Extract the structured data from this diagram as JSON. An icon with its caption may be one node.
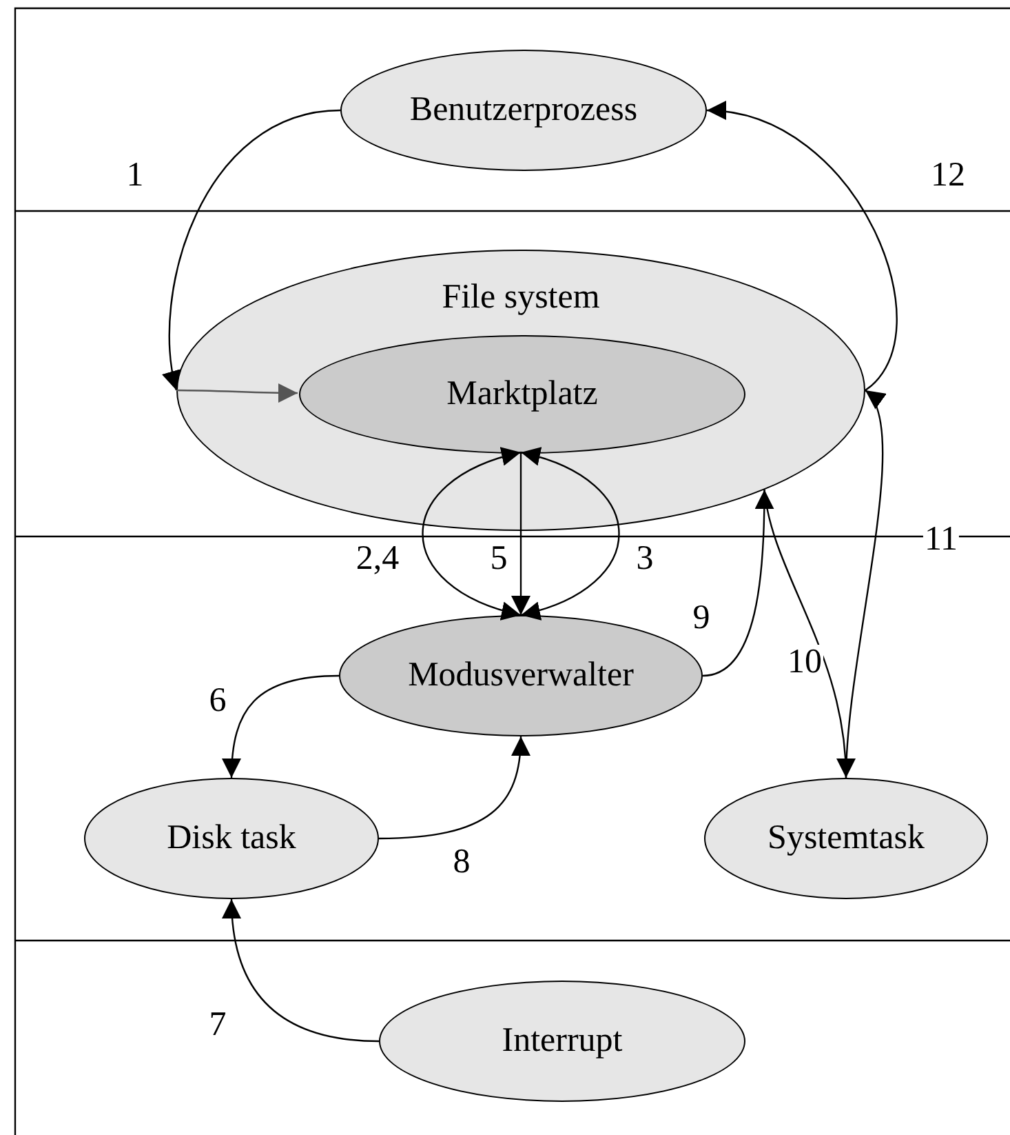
{
  "diagram": {
    "nodes": [
      {
        "text": [
          "Benutzerprozess"
        ]
      },
      {
        "text": [
          "File system"
        ]
      },
      {
        "text": [
          "Marktplatz"
        ],
        "in": 1
      },
      {
        "text": [
          "Modusverwalter"
        ]
      },
      {
        "text": [
          "Disk task"
        ]
      },
      {
        "text": [
          "Systemtask"
        ]
      },
      {
        "text": [
          "Interrupt"
        ]
      }
    ],
    "edges": [
      {
        "from": 0,
        "to": 1,
        "arrow": "to",
        "label": "1"
      },
      {
        "from": 1,
        "to": 2,
        "arrow": "to",
        "color": "#555555"
      },
      {
        "from": 2,
        "to": 3,
        "arrow": "both",
        "label": "2,4"
      },
      {
        "from": 2,
        "to": 3,
        "arrow": "to",
        "label": "5"
      },
      {
        "from": 2,
        "to": 3,
        "arrow": "both",
        "label": "3"
      },
      {
        "from": 3,
        "to": 4,
        "arrow": "to",
        "label": "6"
      },
      {
        "from": 6,
        "to": 4,
        "arrow": "to",
        "label": "7"
      },
      {
        "from": 4,
        "to": 3,
        "arrow": "to",
        "label": "8"
      },
      {
        "from": 3,
        "to": 1,
        "arrow": "to",
        "label": "9"
      },
      {
        "from": 1,
        "to": 5,
        "arrow": "to",
        "label": "10"
      },
      {
        "from": 5,
        "to": 1,
        "arrow": "to",
        "label": "11"
      },
      {
        "from": 1,
        "to": 0,
        "arrow": "to",
        "label": "12"
      }
    ]
  }
}
